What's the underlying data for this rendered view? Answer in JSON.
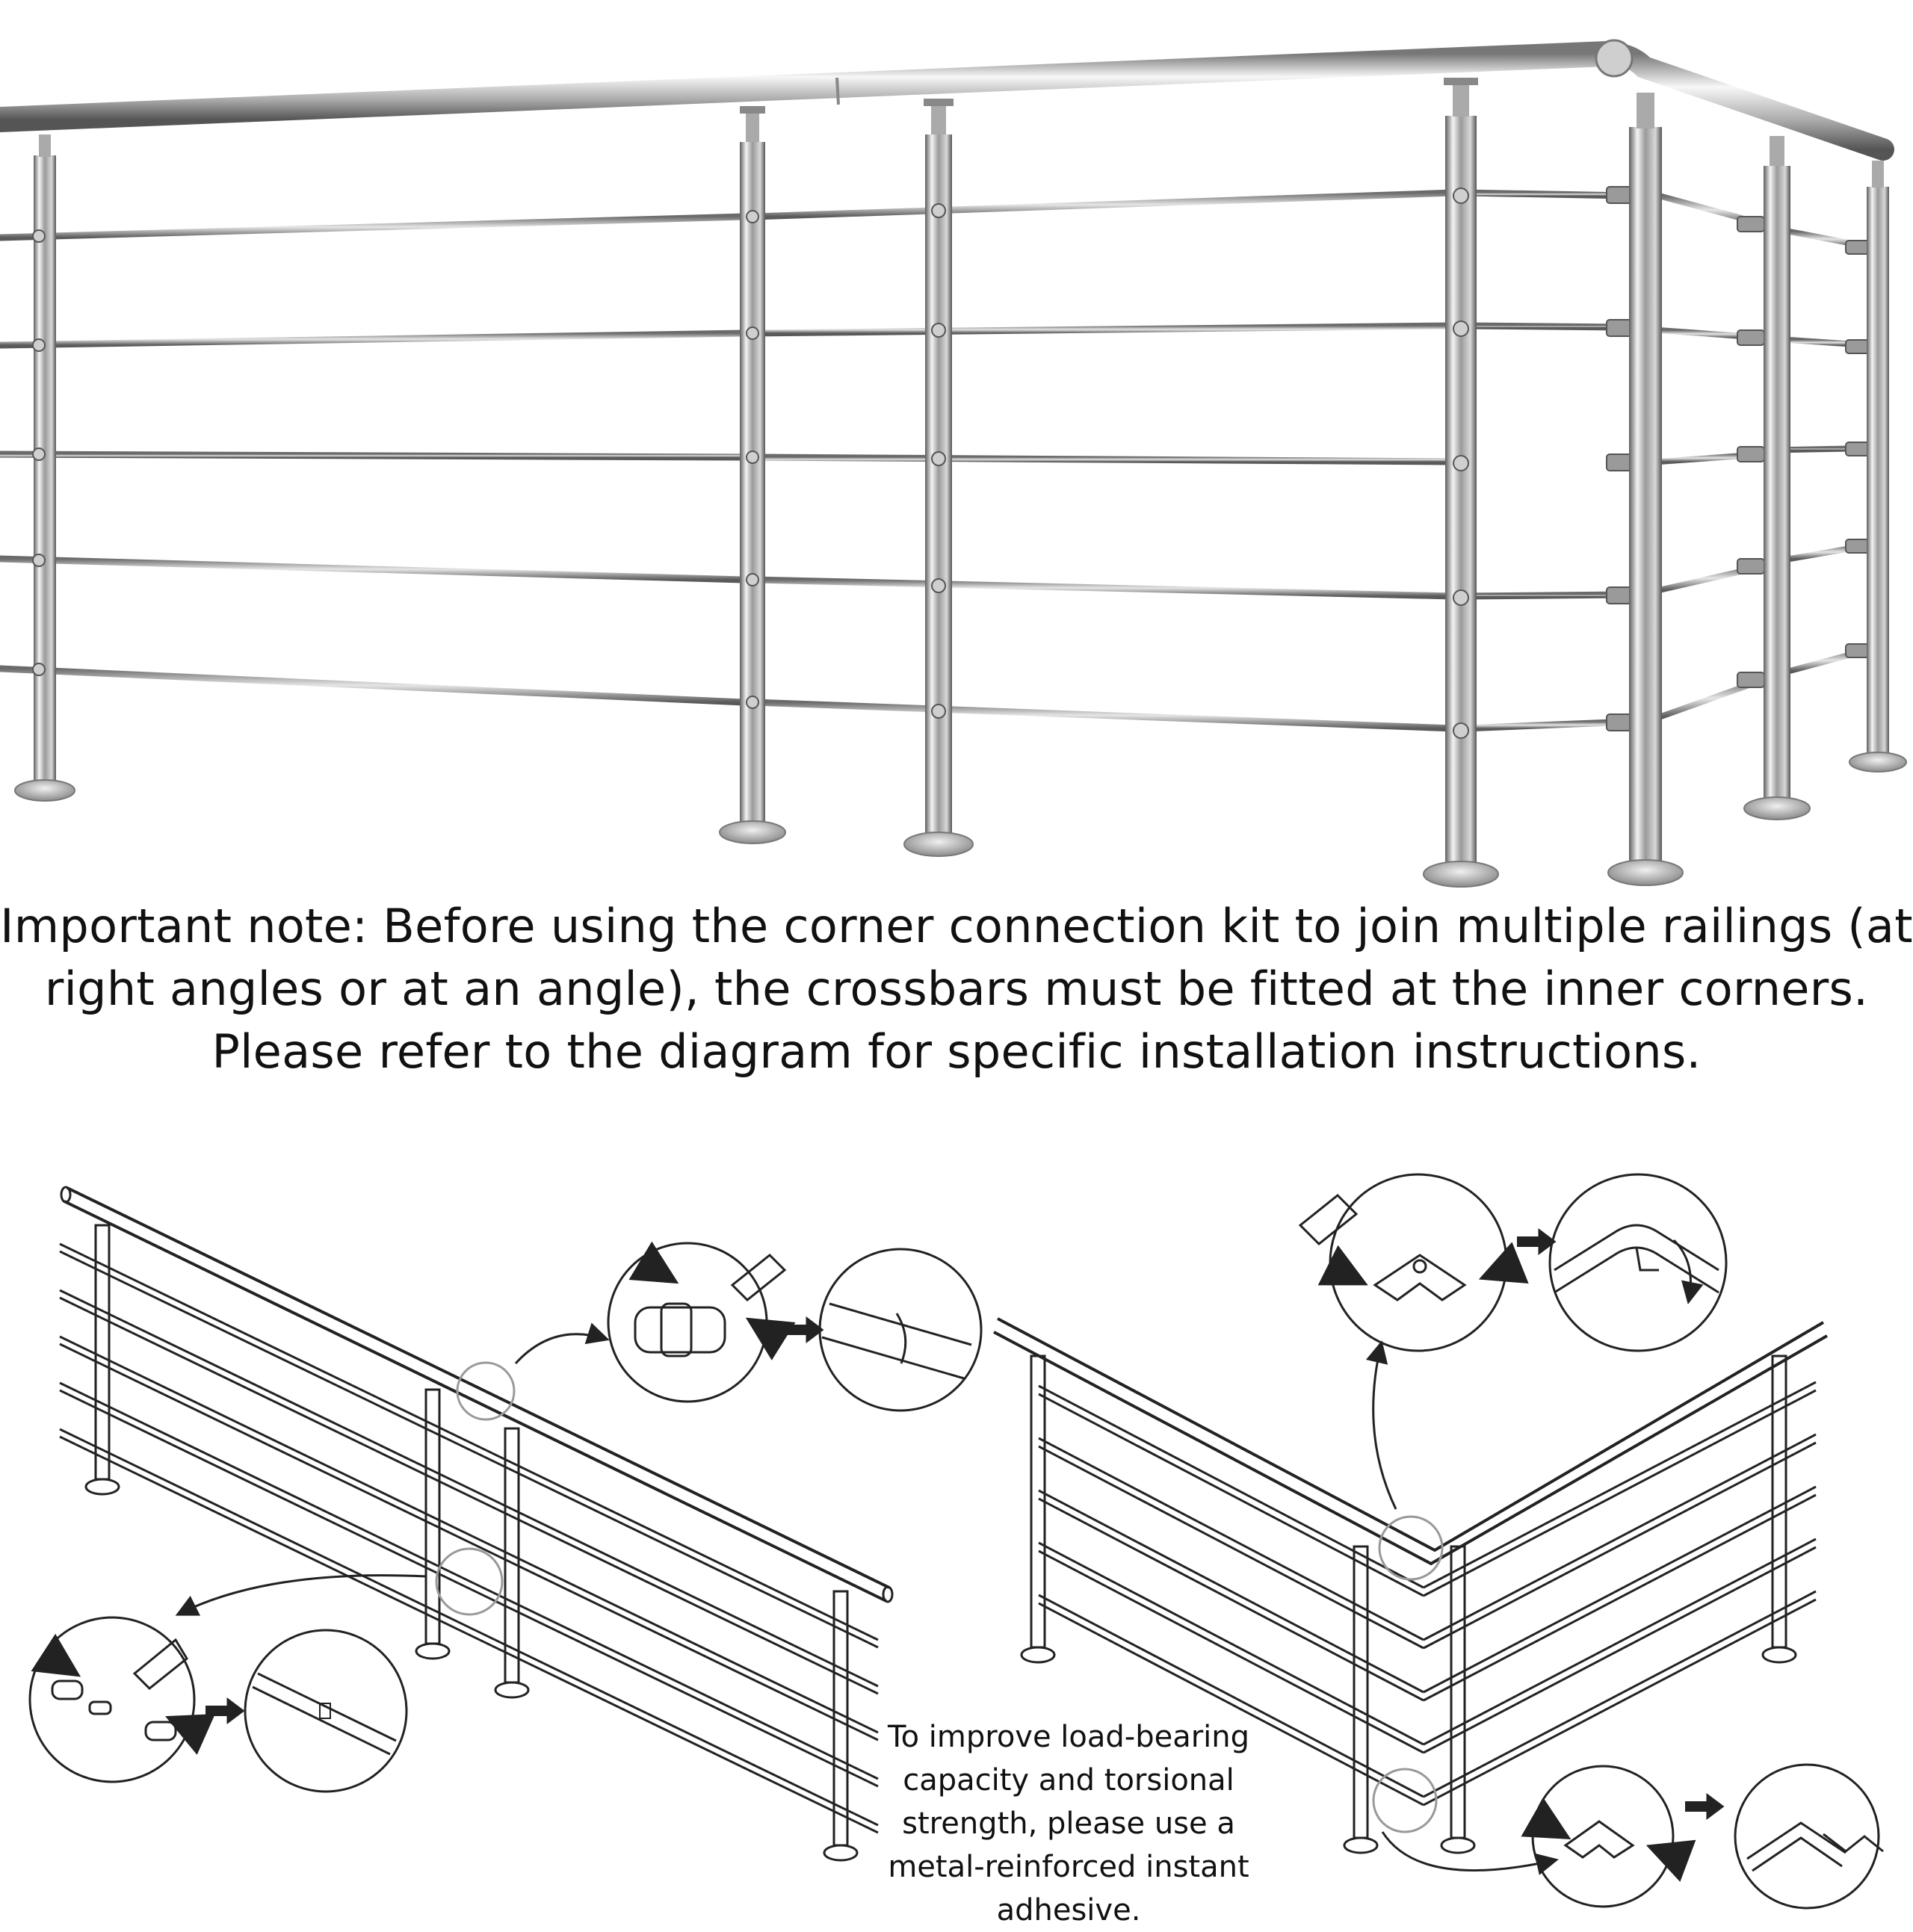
{
  "notes": {
    "important": "Important note: Before using the corner connection kit to join multiple railings (at right angles or at an angle), the crossbars must be fitted at the inner corners. Please refer to the diagram for specific installation instructions.",
    "adhesive_tip": "To improve load-bearing capacity and torsional strength, please use a metal-reinforced instant adhesive."
  },
  "colors": {
    "steel_light": "#f2f2f2",
    "steel_mid": "#b9b9b9",
    "steel_dark": "#6f6f6f",
    "line_art": "#222222"
  },
  "icons": {
    "arrow": "filled-arrow",
    "glue": "glue-tube-icon",
    "detail": "magnifier-circle"
  }
}
